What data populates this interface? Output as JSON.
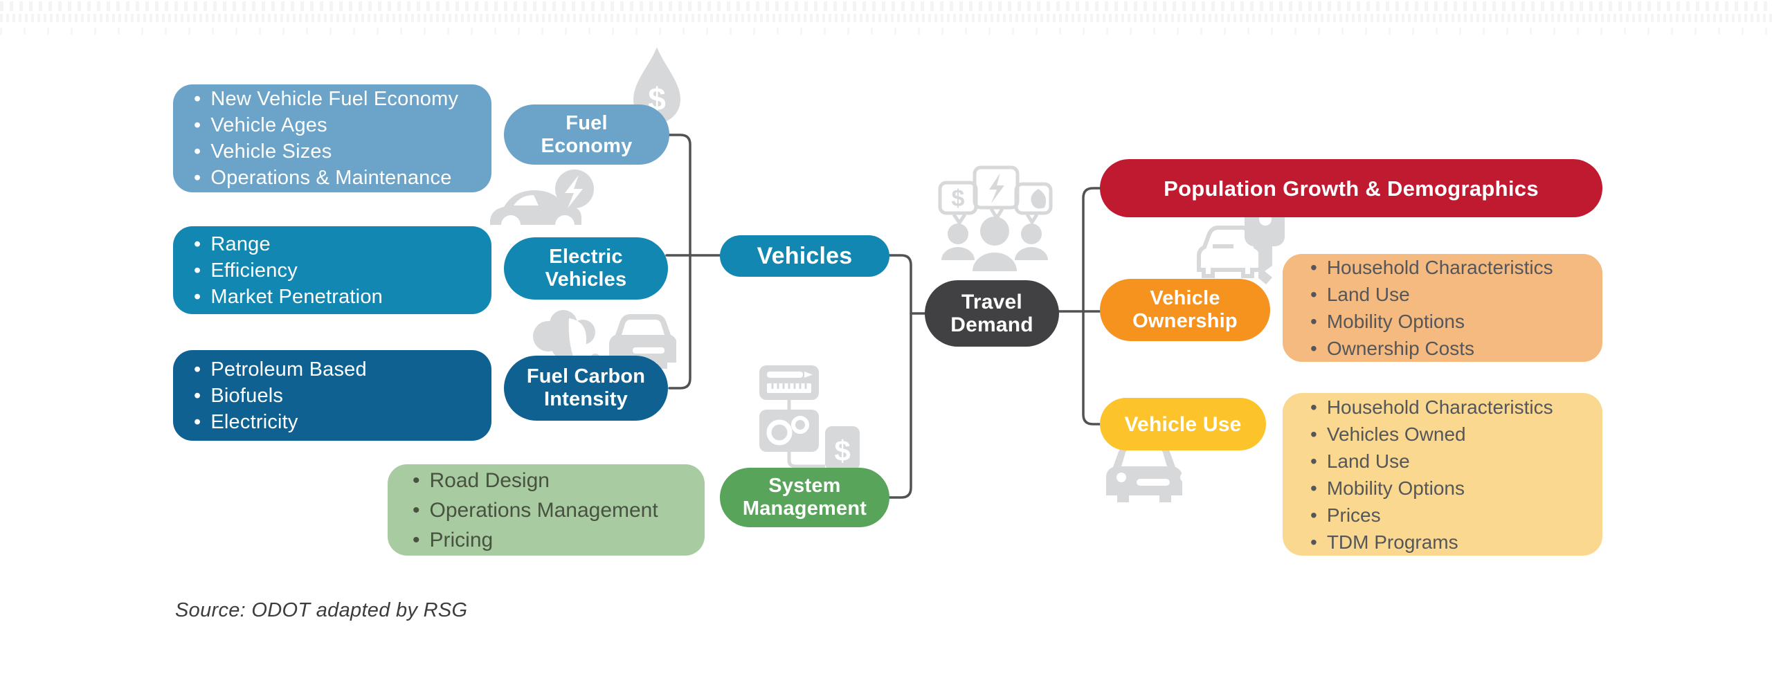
{
  "title": "Travel demand factors diagram",
  "bullet_char": "•",
  "palette": {
    "light_blue": "#6CA3C8",
    "teal": "#1287B2",
    "dark_blue": "#0E6191",
    "dark_gray": "#414042",
    "red": "#C01A31",
    "orange": "#F6921E",
    "light_orange": "#F5BA80",
    "yellow": "#FCC32B",
    "light_yellow": "#FAD88F",
    "green": "#58A45B",
    "light_green": "#A9CBA2",
    "icon_gray": "#D7D8DA",
    "connector": "#515254",
    "white": "#FFFFFF",
    "bullet_text_dark": "#55565A",
    "bullet_text_green": "#47523F"
  },
  "pills": {
    "fuel_economy": {
      "label": "Fuel\nEconomy"
    },
    "electric_vehicles": {
      "label": "Electric\nVehicles"
    },
    "fuel_carbon_intensity": {
      "label": "Fuel Carbon\nIntensity"
    },
    "vehicles": {
      "label": "Vehicles"
    },
    "travel_demand": {
      "label": "Travel\nDemand"
    },
    "system_management": {
      "label": "System\nManagement"
    },
    "population_growth": {
      "label": "Population Growth & Demographics"
    },
    "vehicle_ownership": {
      "label": "Vehicle\nOwnership"
    },
    "vehicle_use": {
      "label": "Vehicle Use"
    }
  },
  "factor_boxes": {
    "fuel_economy": {
      "items": [
        "New Vehicle Fuel Economy",
        "Vehicle Ages",
        "Vehicle Sizes",
        "Operations & Maintenance"
      ]
    },
    "electric_vehicles": {
      "items": [
        "Range",
        "Efficiency",
        "Market Penetration"
      ]
    },
    "fuel_carbon_intensity": {
      "items": [
        "Petroleum Based",
        "Biofuels",
        "Electricity"
      ]
    },
    "system_management": {
      "items": [
        "Road Design",
        "Operations Management",
        "Pricing"
      ]
    },
    "vehicle_ownership": {
      "items": [
        "Household Characteristics",
        "Land Use",
        "Mobility Options",
        "Ownership Costs"
      ]
    },
    "vehicle_use": {
      "items": [
        "Household Characteristics",
        "Vehicles Owned",
        "Land Use",
        "Mobility Options",
        "Prices",
        "TDM Programs"
      ]
    }
  },
  "icons": {
    "dollar_glyph": "$"
  },
  "source": {
    "text": "Source: ODOT adapted by RSG"
  }
}
